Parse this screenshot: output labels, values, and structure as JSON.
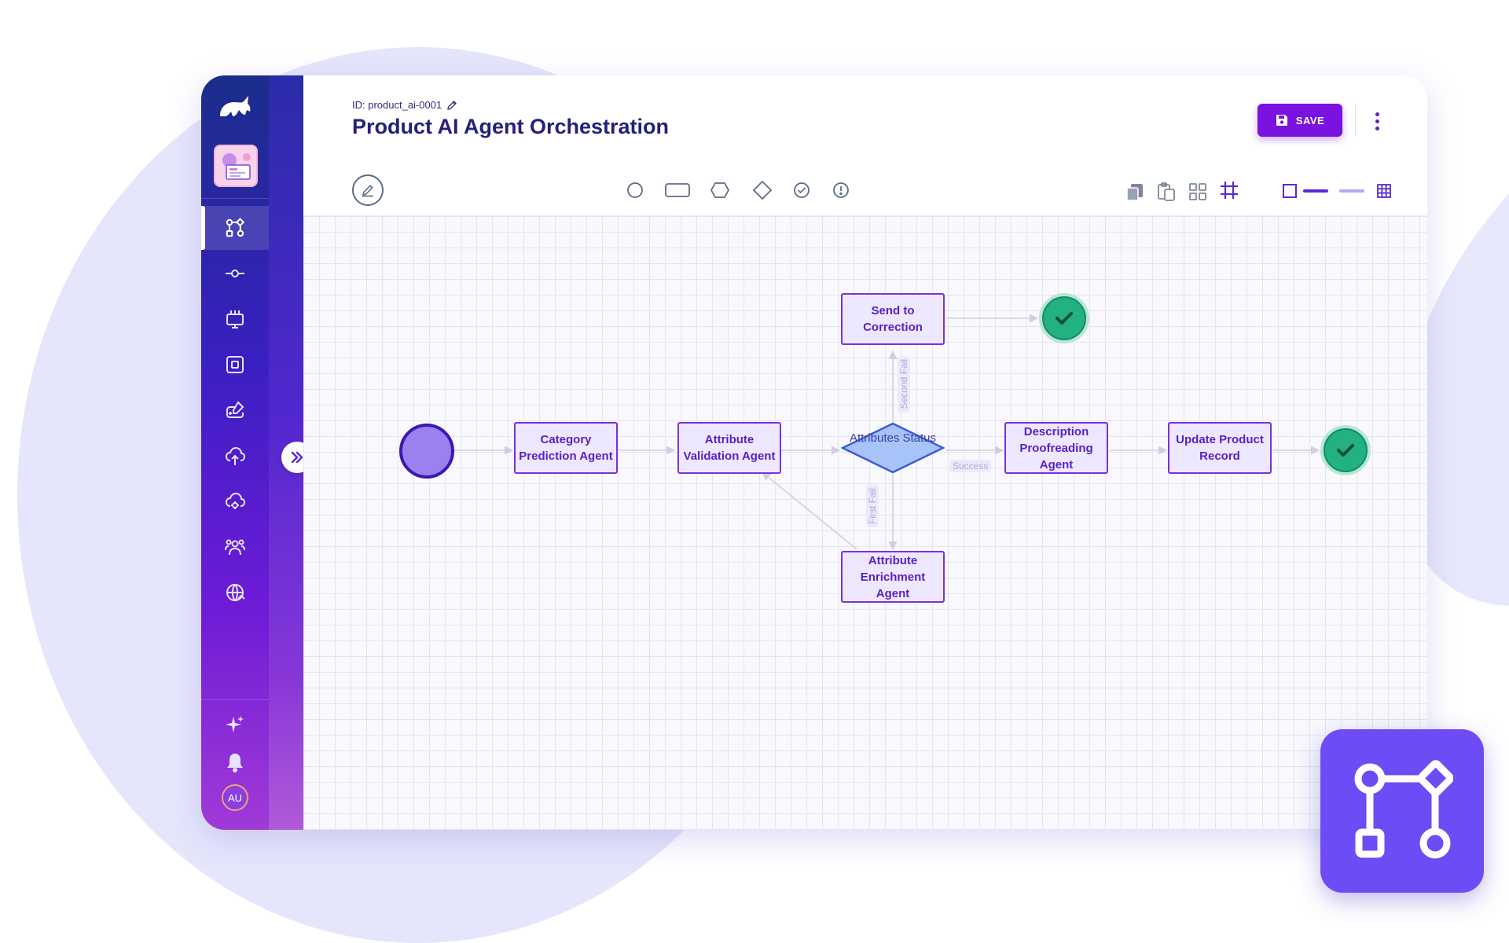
{
  "app": {
    "doc_id": "ID: product_ai-0001",
    "title": "Product AI Agent Orchestration",
    "save_label": "SAVE",
    "user_initials": "AU"
  },
  "sidebar": {
    "items": [
      {
        "icon": "workflow-icon",
        "active": true
      },
      {
        "icon": "commit-icon"
      },
      {
        "icon": "monitor-icon"
      },
      {
        "icon": "square-icon"
      },
      {
        "icon": "gamepad-edit-icon"
      },
      {
        "icon": "cloud-upload-icon"
      },
      {
        "icon": "cloud-settings-icon"
      },
      {
        "icon": "users-icon"
      },
      {
        "icon": "globe-icon"
      }
    ],
    "bottom": [
      "sparkles-icon",
      "bell-icon",
      "avatar"
    ]
  },
  "toolbar": {
    "shapes": [
      "circle-shape-icon",
      "rectangle-shape-icon",
      "hexagon-shape-icon",
      "diamond-shape-icon",
      "check-circle-icon",
      "alert-circle-icon"
    ],
    "actions": [
      "copy-icon",
      "paste-icon",
      "grid-layout-icon",
      "hash-grid-icon"
    ],
    "view": [
      "square-outline-icon",
      "line-solid-icon",
      "line-light-icon",
      "table-grid-icon"
    ]
  },
  "diagram": {
    "nodes": {
      "category": "Category Prediction Agent",
      "validation": "Attribute Validation Agent",
      "status": "Attributes Status",
      "correction": "Send to Correction",
      "enrichment": "Attribute Enrichment Agent",
      "proofreading": "Description Proofreading Agent",
      "update": "Update Product Record"
    },
    "edge_labels": {
      "second_fail": "Second Fail",
      "first_fail": "First Fail",
      "success": "Success"
    }
  },
  "colors": {
    "accent": "#7a12e0",
    "node_border": "#7b2fe0",
    "node_fill": "#ede8ff",
    "end_green": "#23b083",
    "title": "#23207c"
  }
}
